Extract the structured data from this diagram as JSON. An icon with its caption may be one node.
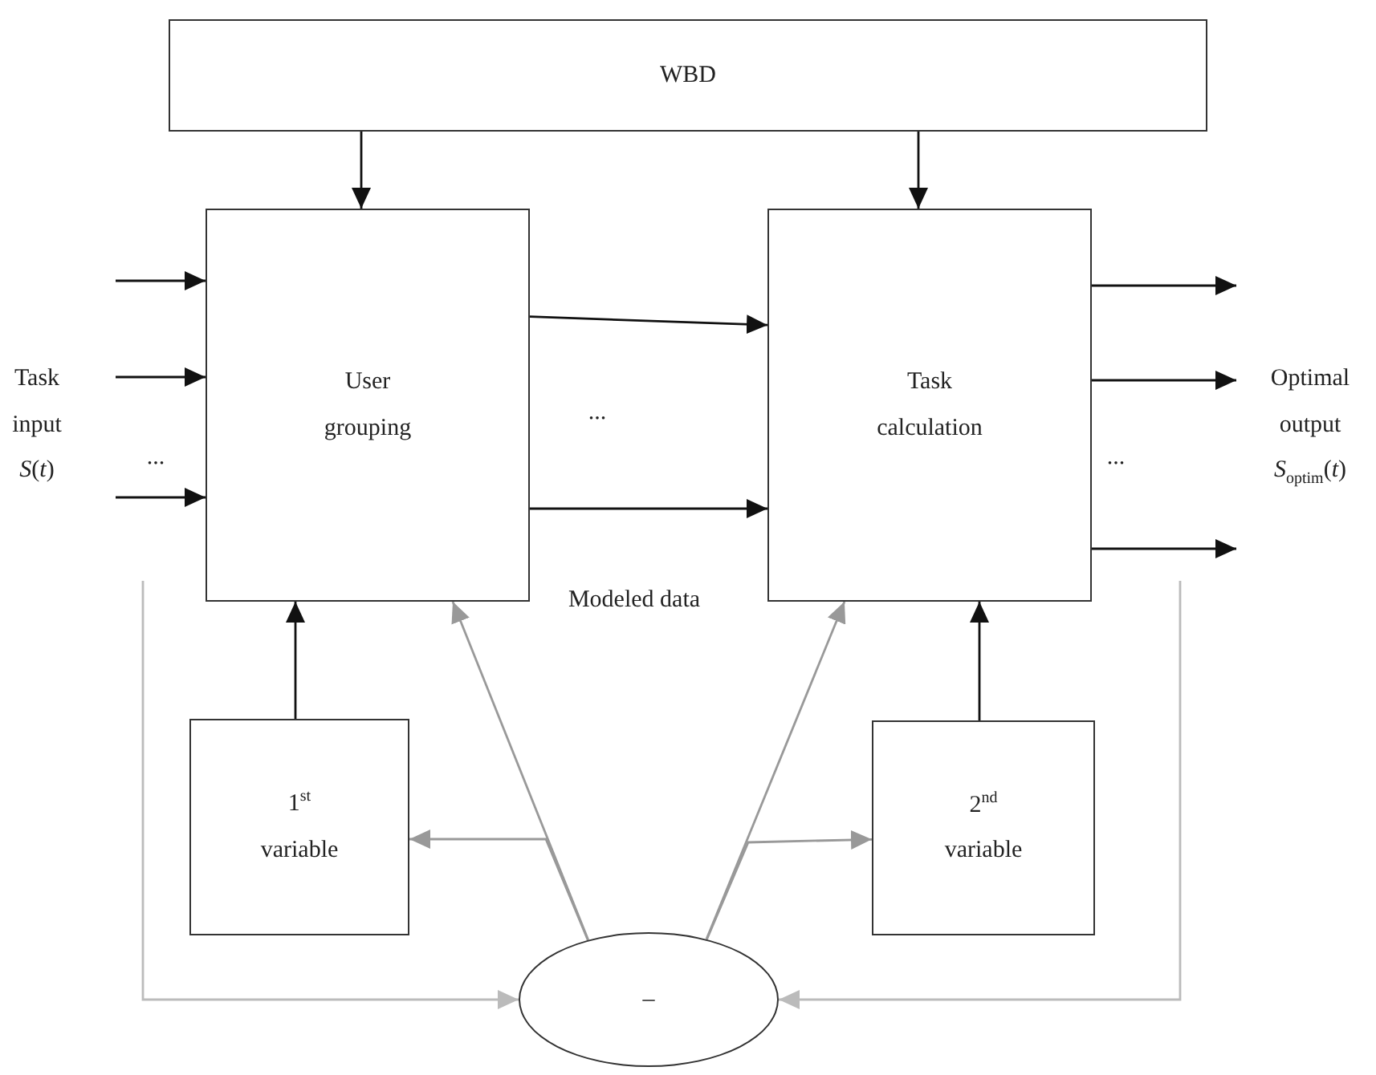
{
  "diagram": {
    "nodes": [
      {
        "text": [
          "WBD"
        ]
      },
      {
        "text": [
          "User grouping"
        ]
      },
      {
        "text": [
          "Task calculation"
        ]
      },
      {
        "text": [
          "1$^{st}$ variable"
        ]
      },
      {
        "text": [
          "2$^{nd}$ variable"
        ]
      },
      {
        "text": [
          "–"
        ]
      }
    ],
    "edges": [
      {
        "from": 0,
        "to": 1,
        "arrow": "to"
      },
      {
        "from": 0,
        "to": 2,
        "arrow": "to"
      },
      {
        "from": null,
        "to": 1,
        "arrow": "to"
      },
      {
        "from": null,
        "to": 1,
        "arrow": "to"
      },
      {
        "from": null,
        "to": 1,
        "arrow": "to"
      },
      {
        "from": 1,
        "to": 2,
        "arrow": "to"
      },
      {
        "from": 1,
        "to": 2,
        "arrow": "to"
      },
      {
        "from": 2,
        "to": null,
        "arrow": "to"
      },
      {
        "from": 2,
        "to": null,
        "arrow": "to"
      },
      {
        "from": 2,
        "to": null,
        "arrow": "to"
      },
      {
        "from": 3,
        "to": 1,
        "arrow": "to"
      },
      {
        "from": 4,
        "to": 2,
        "arrow": "to"
      },
      {
        "from": 5,
        "to": 1,
        "arrow": "to",
        "color": "#999999"
      },
      {
        "from": 5,
        "to": 2,
        "arrow": "to",
        "color": "#999999"
      },
      {
        "from": 5,
        "to": 3,
        "arrow": "to",
        "color": "#999999"
      },
      {
        "from": 5,
        "to": 4,
        "arrow": "to",
        "color": "#999999"
      },
      {
        "from": null,
        "to": 5,
        "arrow": "to",
        "color": "#bbbbbb"
      },
      {
        "from": null,
        "to": 5,
        "arrow": "to",
        "color": "#bbbbbb"
      }
    ],
    "labels": [
      "Task input *S*(*t*)",
      "...",
      "...",
      "Modeled data",
      "...",
      "Optimal output *S*$_{optim}$(*t*)"
    ]
  }
}
